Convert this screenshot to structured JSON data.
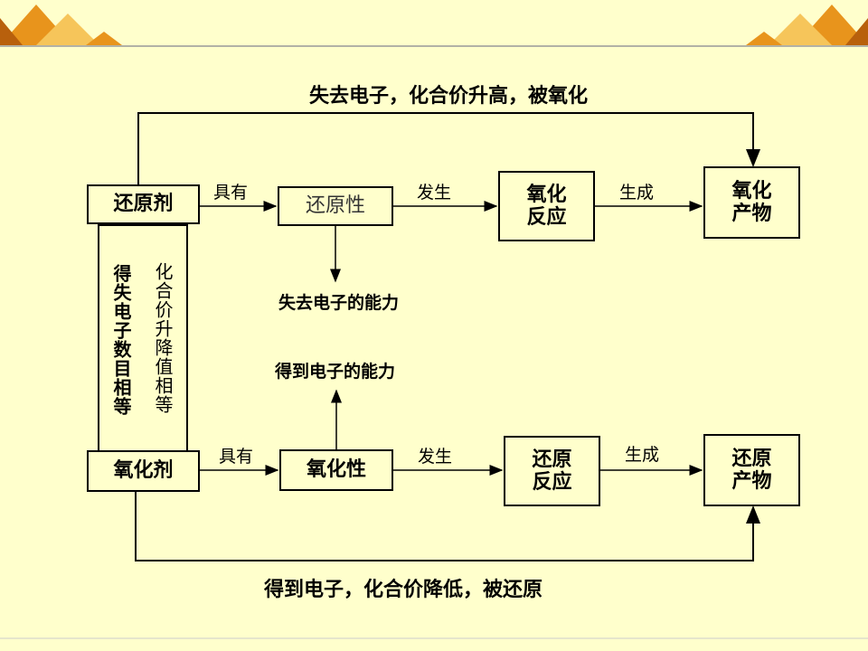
{
  "top": {
    "arrow_label": "失去电子，化合价升高，被氧化",
    "reducer": "还原剂",
    "have_label": "具有",
    "property": "还原性",
    "occur_label": "发生",
    "reaction": "氧化反应",
    "produce_label": "生成",
    "product": "氧化产物",
    "ability": "失去电子的能力"
  },
  "bottom": {
    "arrow_label": "得到电子，化合价降低，被还原",
    "oxidizer": "氧化剂",
    "have_label": "具有",
    "property": "氧化性",
    "occur_label": "发生",
    "reaction": "还原反应",
    "produce_label": "生成",
    "product": "还原产物",
    "ability": "得到电子的能力"
  },
  "middle": {
    "left_vertical": "得失电子数目相等",
    "right_vertical": "化合价升降值相等"
  },
  "colors": {
    "background": "#FFFFCC",
    "corner_orange": "#E8941C",
    "corner_light": "#F6C55A",
    "corner_dark": "#B8600C"
  }
}
